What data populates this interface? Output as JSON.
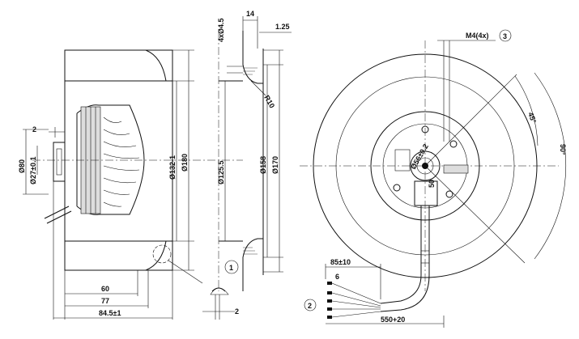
{
  "views": {
    "side": {
      "dim_2": "2",
      "dim_80": "Ø80",
      "dim_27": "Ø27±0.1",
      "dim_132": "Ø132-1",
      "dim_180": "Ø180",
      "dim_60": "60",
      "dim_77": "77",
      "dim_84_5": "84.5±1"
    },
    "section": {
      "dim_14": "14",
      "dim_4x45": "4xØ4.5",
      "dim_1_25": "1.25",
      "dim_R10": "R10",
      "dim_125_5": "Ø125.5",
      "dim_158": "Ø158",
      "dim_170": "Ø170"
    },
    "detail": {
      "marker": "1",
      "dim_2": "2"
    },
    "front": {
      "thread_label": "M4(4x)",
      "thread_marker": "3",
      "angle_45": "45°",
      "angle_90": "90°",
      "dim_56": "Ø56±0.2",
      "dim_50": "50",
      "cable_marker": "2",
      "dim_85": "85±10",
      "dim_6": "6",
      "dim_550": "550+20"
    }
  }
}
